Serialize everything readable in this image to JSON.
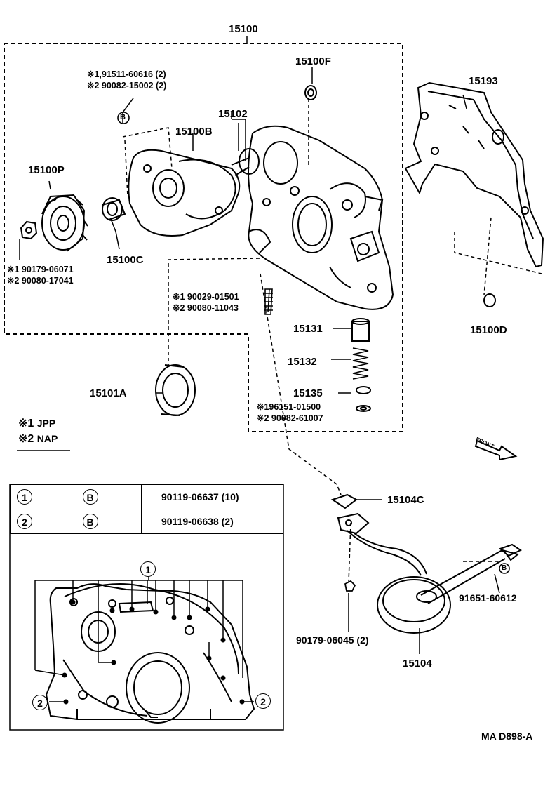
{
  "title": "15100",
  "footer_code": "MA D898-A",
  "front_label": "FRONT",
  "legend": [
    {
      "mark": "※1",
      "text": "JPP"
    },
    {
      "mark": "※2",
      "text": "NAP"
    }
  ],
  "labels": {
    "p15100F": "15100F",
    "p15193": "15193",
    "p15102": "15102",
    "p15100B": "15100B",
    "p15100P": "15100P",
    "p15100C": "15100C",
    "p15100D": "15100D",
    "p15131": "15131",
    "p15132": "15132",
    "p15135": "15135",
    "p15101A": "15101A",
    "p15104C": "15104C",
    "p15104": "15104",
    "p91651": "91651-60612",
    "p90179_06045": "90179-06045 (2)",
    "bolt_b_line1": "※1,91511-60616 (2)",
    "bolt_b_line2": "※2 90082-15002 (2)",
    "nut_line1": "※1 90179-06071",
    "nut_line2": "※2 90080-17041",
    "plug_line1": "※1 90029-01501",
    "plug_line2": "※2 90080-11043",
    "gasket_line1": "※196151-01500",
    "gasket_line2": "※2 90082-61007",
    "bolt_marker": "B",
    "inset_marker_1": "1",
    "inset_marker_2": "2"
  },
  "bolt_table": [
    {
      "no": "1",
      "mark": "B",
      "part": "90119-06637 (10)"
    },
    {
      "no": "2",
      "mark": "B",
      "part": "90119-06638 (2)"
    }
  ]
}
